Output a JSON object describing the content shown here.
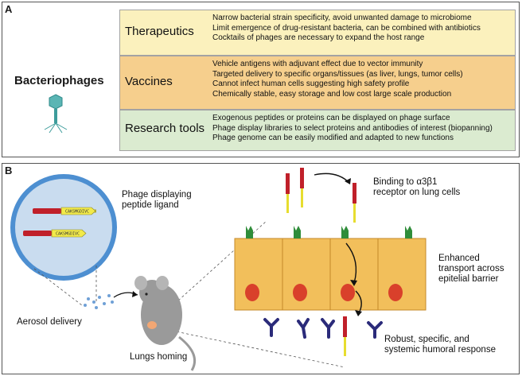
{
  "panel_a": {
    "label": "A",
    "title": "Bacteriophages",
    "categories": [
      {
        "name": "Therapeutics",
        "lines": [
          "Narrow bacterial strain specificity, avoid unwanted damage to microbiome",
          "Limit emergence of drug-resistant bacteria, can be combined with antibiotics",
          "Cocktails of phages are necessary to expand the host range"
        ]
      },
      {
        "name": "Vaccines",
        "lines": [
          "Vehicle antigens with adjuvant effect due to vector immunity",
          "Targeted delivery to specific organs/tissues (as liver, lungs, tumor cells)",
          "Cannot infect human cells suggesting high safety profile",
          "Chemically stable, easy storage and low cost large scale production"
        ]
      },
      {
        "name": "Research tools",
        "lines": [
          "Exogenous peptides or proteins can be displayed on phage surface",
          "Phage display libraries to select proteins and antibodies of interest (biopanning)",
          "Phage genome can be easily modified and adapted to new functions"
        ]
      }
    ],
    "colors": {
      "therapeutics": "#fbf1bd",
      "vaccines": "#f6cf8d",
      "research": "#dbebd0"
    }
  },
  "panel_b": {
    "label": "B",
    "peptide": "CAKSMGDIVC",
    "phage_label": [
      "Phage displaying",
      "peptide ligand"
    ],
    "aerosol": "Aerosol delivery",
    "lungs": "Lungs homing",
    "binding": [
      "Binding to α3β1",
      "receptor on lung cells"
    ],
    "transport": [
      "Enhanced",
      "transport across",
      "epitelial barrier"
    ],
    "response": [
      "Robust, specific, and",
      "systemic humoral response"
    ],
    "colors": {
      "cell": "#f2bf5b",
      "nucleus": "#d9402b",
      "receptor": "#2f8d3a",
      "antibody": "#2b2b7a",
      "phage_body": "#c0202a",
      "bubble": "#c9dcef",
      "bubble_ring": "#4d8fd1"
    }
  }
}
